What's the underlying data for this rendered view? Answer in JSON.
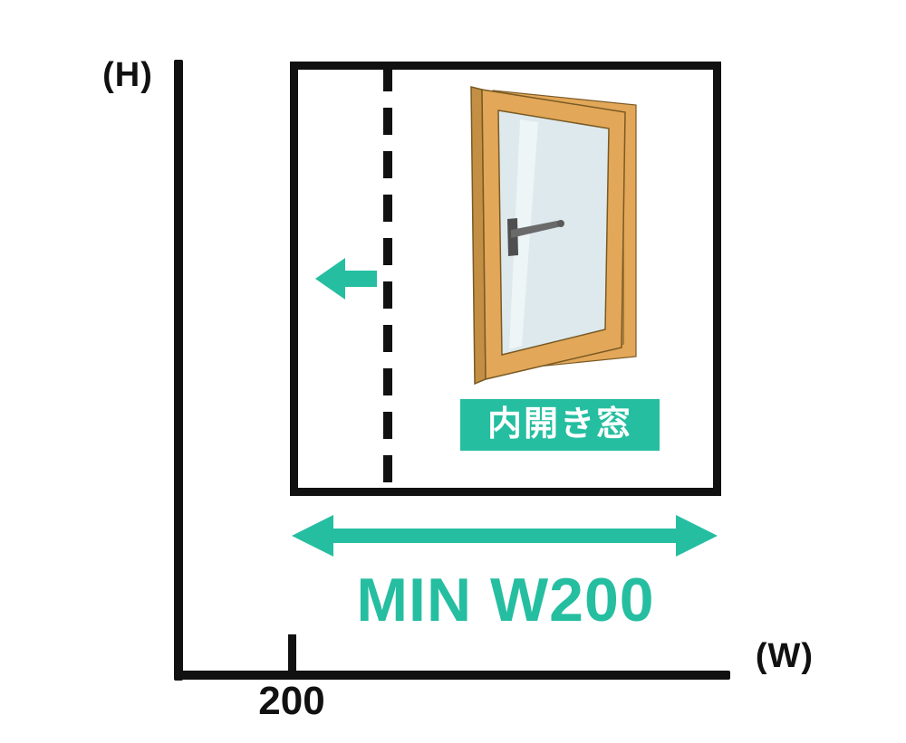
{
  "axis": {
    "h_label": "(H)",
    "w_label": "(W)",
    "tick_label": "200"
  },
  "box": {
    "window_label": "内開き窓"
  },
  "min_width_label": "MIN W200",
  "icons": {
    "left_arrow": "left-arrow",
    "double_arrow": "double-headed-horizontal-arrow",
    "window": "inward-opening-casement-window"
  },
  "colors": {
    "accent": "#25BEA0",
    "axis": "#111111",
    "wood": "#E2A758",
    "wood_dark": "#C28F44",
    "glass": "#DDE9ED",
    "label_text": "#FFFFFF",
    "background": "#FFFFFF"
  }
}
